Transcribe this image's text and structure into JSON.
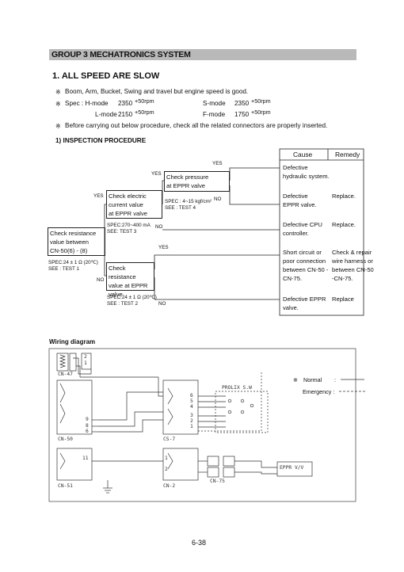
{
  "group_title": "GROUP 3  MECHATRONICS SYSTEM",
  "section_title": "1. ALL SPEED ARE SLOW",
  "notes": {
    "mark": "※",
    "line1": "Boom, Arm, Bucket, Swing and travel but engine speed is good.",
    "spec_label": "Spec : H-mode",
    "h_value": "2350",
    "h_tol": "+50rpm",
    "s_label": "S-mode",
    "s_value": "2350",
    "s_tol": "+50rpm",
    "l_label": "L-mode",
    "l_value": "2150",
    "l_tol": "+50rpm",
    "f_label": "F-mode",
    "f_value": "1750",
    "f_tol": "+50rpm",
    "line3": "Before carrying out below procedure, check all the related connectors are properly inserted."
  },
  "procedure": {
    "title": "1) INSPECTION PROCEDURE",
    "box_main": [
      "Check resistance",
      "value between",
      "CN-50(6) - (8)"
    ],
    "spec_main": [
      "SPEC:24 ± 1 Ω (20℃)",
      "SEE : TEST 1"
    ],
    "box_current": [
      "Check electric",
      "current value",
      "at EPPR valve"
    ],
    "spec_current": [
      "SPEC:270~400 mA",
      "SEE: TEST 3"
    ],
    "box_pressure": [
      "Check pressure",
      "at EPPR valve"
    ],
    "spec_pressure": [
      "SPEC : 4~15 kgf/cm²",
      "SEE : TEST 4"
    ],
    "box_resistance": [
      "Check resistance",
      "value at EPPR",
      "valve"
    ],
    "spec_resistance": [
      "SPEC:24 ± 1 Ω (20℃)",
      "SEE : TEST 2"
    ],
    "yes": "YES",
    "no": "NO",
    "table_headers": [
      "Cause",
      "Remedy"
    ],
    "rows": [
      {
        "cause": [
          "Defective",
          "hydraulic system."
        ],
        "remedy": [
          ""
        ]
      },
      {
        "cause": [
          "Defective",
          "EPPR valve."
        ],
        "remedy": [
          "Replace."
        ]
      },
      {
        "cause": [
          "Defective CPU",
          "controller."
        ],
        "remedy": [
          "Replace."
        ]
      },
      {
        "cause": [
          "Short circuit or",
          "poor connection",
          "between CN-50 -",
          "CN-75."
        ],
        "remedy": [
          "Check & repair",
          "wire harness or",
          "between CN-50",
          "-CN-75."
        ]
      },
      {
        "cause": [
          "Defective EPPR",
          "valve."
        ],
        "remedy": [
          "Replace"
        ]
      }
    ]
  },
  "wiring": {
    "title": "Wiring diagram",
    "cn47": "CN-47",
    "cn47_pins": [
      "2",
      "1"
    ],
    "cn50": "CN-50",
    "cn50_pins": [
      "9",
      "8",
      "6"
    ],
    "cs7": "CS-7",
    "cs7_pins": [
      "6",
      "5",
      "4",
      "3",
      "2",
      "1"
    ],
    "prolix": "PROLIX S.W",
    "cn51": "CN-51",
    "cn51_pin": "11",
    "cn2": "CN-2",
    "cn2_pins": [
      "1",
      "2"
    ],
    "cn75": "CN-75",
    "eppr": "EPPR V/V",
    "legend_normal": "Normal",
    "legend_emergency": "Emergency :",
    "legend_colon": ":"
  },
  "page_number": "6-38"
}
